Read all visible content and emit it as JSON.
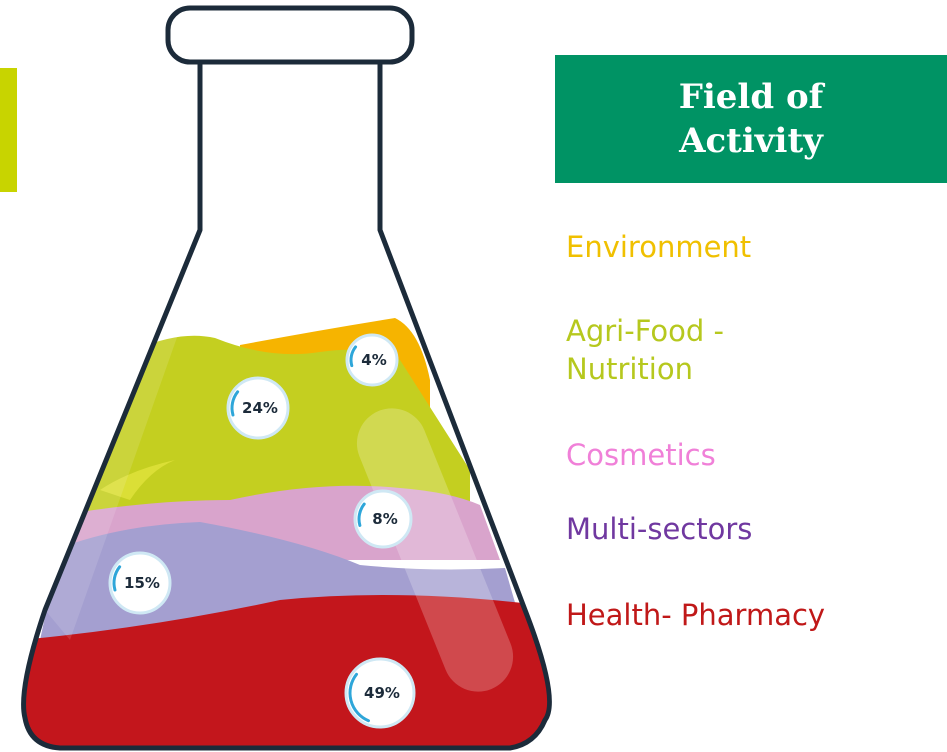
{
  "title": "Field of Activity",
  "colors": {
    "accent_bar": "#c8d400",
    "title_bg": "#009364",
    "environment": "#f0c000",
    "agri_food": "#b6c81e",
    "cosmetics": "#f080d8",
    "multi_sectors": "#7038a0",
    "health_pharmacy": "#c01818"
  },
  "chart_data": {
    "type": "diagram",
    "segments": [
      {
        "name": "Environment",
        "value": 4,
        "label": "4%"
      },
      {
        "name": "Agri-Food - Nutrition",
        "value": 24,
        "label": "24%"
      },
      {
        "name": "Cosmetics",
        "value": 8,
        "label": "8%"
      },
      {
        "name": "Multi-sectors",
        "value": 15,
        "label": "15%"
      },
      {
        "name": "Health- Pharmacy",
        "value": 49,
        "label": "49%"
      }
    ]
  },
  "legend": [
    {
      "label": "Environment",
      "color": "#f0c000"
    },
    {
      "label": "Agri-Food - Nutrition",
      "color": "#b6c81e"
    },
    {
      "label": "Cosmetics",
      "color": "#f080d8"
    },
    {
      "label": "Multi-sectors",
      "color": "#7038a0"
    },
    {
      "label": "Health- Pharmacy",
      "color": "#c01818"
    }
  ]
}
